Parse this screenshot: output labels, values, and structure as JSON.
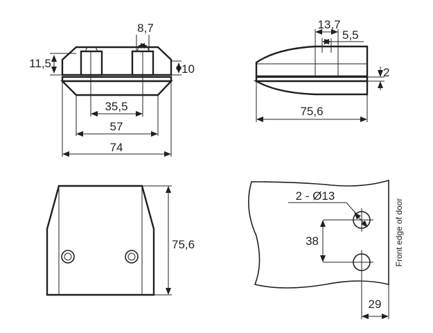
{
  "title": "Glass clamp dimension drawing",
  "views": {
    "front": {
      "d_slot": "8,7",
      "d_height_left": "11,5",
      "d_height_right": "10",
      "d_35": "35,5",
      "d_57": "57",
      "d_74": "74"
    },
    "side": {
      "d_137": "13,7",
      "d_55": "5,5",
      "d_gap": "2",
      "d_len": "75,6"
    },
    "top": {
      "d_height": "75,6"
    },
    "door": {
      "holes": "2 - Ø13",
      "d_spacing": "38",
      "d_edge": "29",
      "edge_label": "Front edge of door"
    }
  },
  "colors": {
    "line": "#231f20",
    "background": "#ffffff"
  }
}
